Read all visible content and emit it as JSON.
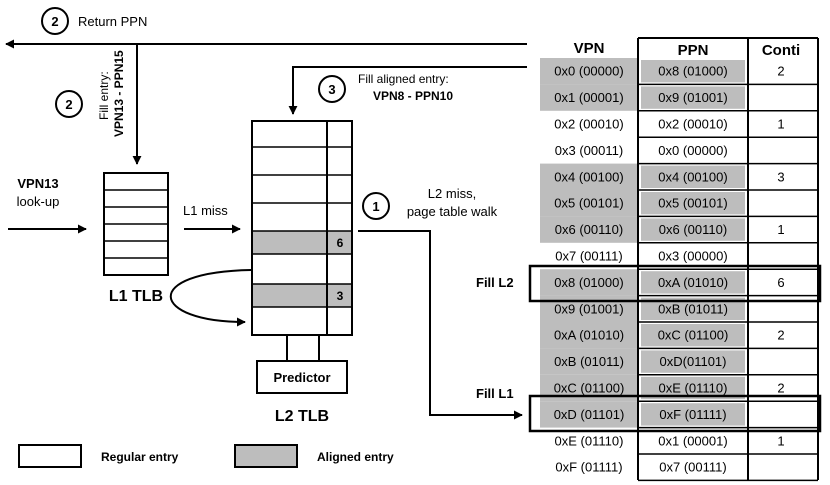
{
  "steps": {
    "return_ppn": {
      "num": "2",
      "label": "Return PPN"
    },
    "fill_entry": {
      "num": "2",
      "line1": "Fill entry:",
      "line2": "VPN13 - PPN15"
    },
    "fill_aligned": {
      "num": "3",
      "line1": "Fill aligned entry:",
      "line2": "VPN8 - PPN10"
    },
    "l2_miss": {
      "num": "1",
      "line1": "L2 miss,",
      "line2": "page table walk"
    }
  },
  "lookup": {
    "line1": "VPN13",
    "line2": "look-up"
  },
  "l1_miss_label": "L1 miss",
  "l1_tlb_label": "L1 TLB",
  "l2_tlb": {
    "label": "L2 TLB",
    "predictor": "Predictor",
    "row_badges": [
      "6",
      "3"
    ]
  },
  "legend": {
    "regular": "Regular entry",
    "aligned": "Aligned entry"
  },
  "fill_labels": {
    "l2": "Fill L2",
    "l1": "Fill L1"
  },
  "colors": {
    "aligned": "#bdbdbd",
    "line": "#000000",
    "background": "#ffffff"
  },
  "table": {
    "headers": {
      "vpn": "VPN",
      "ppn": "PPN",
      "conti": "Conti"
    },
    "rows": [
      {
        "vpn": "0x0 (00000)",
        "ppn": "0x8 (01000)",
        "conti": "2",
        "aligned": true
      },
      {
        "vpn": "0x1 (00001)",
        "ppn": "0x9 (01001)",
        "conti": "",
        "aligned": true
      },
      {
        "vpn": "0x2 (00010)",
        "ppn": "0x2 (00010)",
        "conti": "1",
        "aligned": false
      },
      {
        "vpn": "0x3 (00011)",
        "ppn": "0x0 (00000)",
        "conti": "",
        "aligned": false
      },
      {
        "vpn": "0x4 (00100)",
        "ppn": "0x4 (00100)",
        "conti": "3",
        "aligned": true
      },
      {
        "vpn": "0x5 (00101)",
        "ppn": "0x5 (00101)",
        "conti": "",
        "aligned": true
      },
      {
        "vpn": "0x6 (00110)",
        "ppn": "0x6 (00110)",
        "conti": "1",
        "aligned": true
      },
      {
        "vpn": "0x7 (00111)",
        "ppn": "0x3 (00000)",
        "conti": "",
        "aligned": false
      },
      {
        "vpn": "0x8 (01000)",
        "ppn": "0xA (01010)",
        "conti": "6",
        "aligned": true
      },
      {
        "vpn": "0x9 (01001)",
        "ppn": "0xB (01011)",
        "conti": "",
        "aligned": true
      },
      {
        "vpn": "0xA (01010)",
        "ppn": "0xC (01100)",
        "conti": "2",
        "aligned": true
      },
      {
        "vpn": "0xB (01011)",
        "ppn": "0xD(01101)",
        "conti": "",
        "aligned": true
      },
      {
        "vpn": "0xC (01100)",
        "ppn": "0xE (01110)",
        "conti": "2",
        "aligned": true
      },
      {
        "vpn": "0xD (01101)",
        "ppn": "0xF (01111)",
        "conti": "",
        "aligned": true
      },
      {
        "vpn": "0xE (01110)",
        "ppn": "0x1 (00001)",
        "conti": "1",
        "aligned": false
      },
      {
        "vpn": "0xF (01111)",
        "ppn": "0x7 (00111)",
        "conti": "",
        "aligned": false
      }
    ]
  }
}
